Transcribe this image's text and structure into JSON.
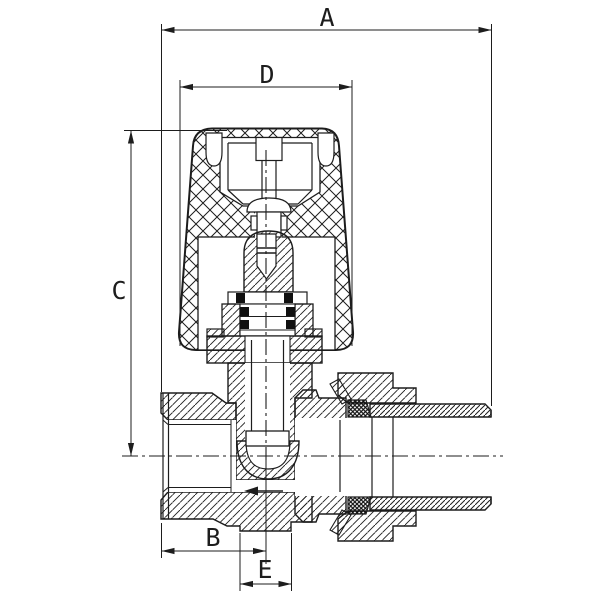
{
  "drawing": {
    "type": "technical-cross-section",
    "subject": "radiator valve with handwheel, sectioned, dimensioned",
    "background_color": "#ffffff",
    "line_color": "#1d1d1d",
    "dimension_labels": {
      "A": "A",
      "B": "B",
      "C": "C",
      "D": "D",
      "E": "E"
    },
    "icons": {
      "flow_direction_arrow": "left-arrow"
    }
  }
}
